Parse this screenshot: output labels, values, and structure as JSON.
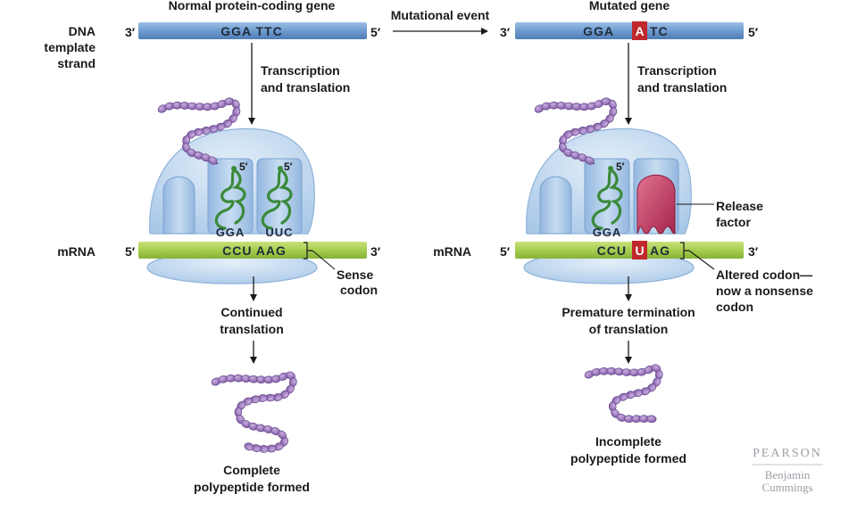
{
  "header": {
    "left_title": "Normal protein-coding gene",
    "middle_title": "Mutational event",
    "right_title": "Mutated gene"
  },
  "dna_label": [
    "DNA",
    "template",
    "strand"
  ],
  "mrna_label": "mRNA",
  "ends": {
    "three": "3′",
    "five": "5′"
  },
  "normal": {
    "dna_seq": "GGA TTC",
    "step1": [
      "Transcription",
      "and translation"
    ],
    "trna1_end": "5′",
    "trna2_end": "5′",
    "anticodon1": "GGA",
    "anticodon2": "UUC",
    "mrna_seq": "CCU AAG",
    "codon_callout": [
      "Sense",
      "codon"
    ],
    "step2": [
      "Continued",
      "translation"
    ],
    "result": [
      "Complete",
      "polypeptide formed"
    ]
  },
  "mutated": {
    "dna_prefix": "GGA",
    "dna_mutant": "A",
    "dna_suffix": "TC",
    "step1": [
      "Transcription",
      "and translation"
    ],
    "trna1_end": "5′",
    "anticodon1": "GGA",
    "mrna_prefix": "CCU",
    "mrna_mutant": "U",
    "mrna_suffix": "AG",
    "release_label": [
      "Release",
      "factor"
    ],
    "codon_callout": [
      "Altered codon—",
      "now a nonsense",
      "codon"
    ],
    "step2": [
      "Premature termination",
      "of translation"
    ],
    "result": [
      "Incomplete",
      "polypeptide formed"
    ]
  },
  "publisher": {
    "line1": "PEARSON",
    "line2": "Benjamin",
    "line3": "Cummings"
  },
  "colors": {
    "dna_bar": "#6f9bcf",
    "mrna_bar": "#a7cd4f",
    "ribosome": "#bcd6ef",
    "trna": "#3a8a3a",
    "polypeptide": "#8e6bb0",
    "release_factor": "#b8325a",
    "mutation_box": "#c0282d"
  }
}
